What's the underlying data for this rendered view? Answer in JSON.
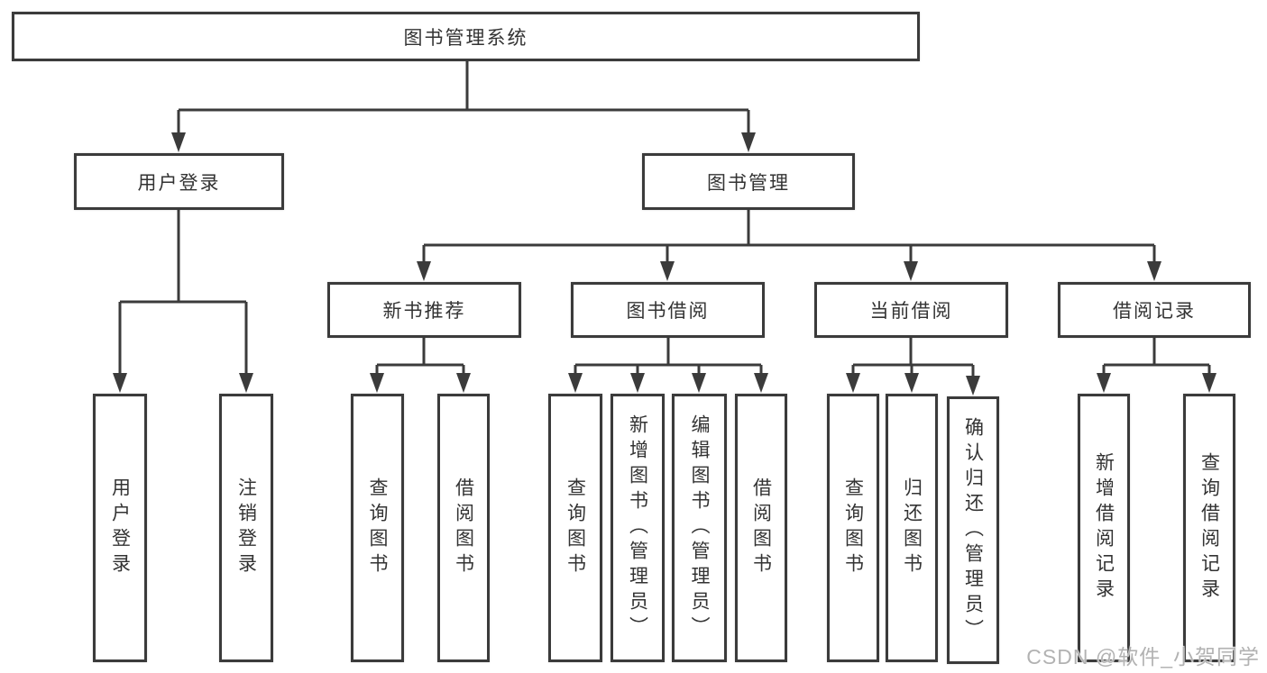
{
  "diagram": {
    "type": "hierarchy-tree",
    "nodes": {
      "root": {
        "label": "图书管理系统"
      },
      "level2": [
        {
          "id": "user-login",
          "label": "用户登录"
        },
        {
          "id": "book-management",
          "label": "图书管理"
        }
      ],
      "level3": [
        {
          "id": "new-book-recommend",
          "parent": "图书管理",
          "label": "新书推荐"
        },
        {
          "id": "book-borrowing",
          "parent": "图书管理",
          "label": "图书借阅"
        },
        {
          "id": "current-borrowing",
          "parent": "图书管理",
          "label": "当前借阅"
        },
        {
          "id": "borrowing-records",
          "parent": "图书管理",
          "label": "借阅记录"
        }
      ],
      "leaves": [
        {
          "parent": "用户登录",
          "label": "用户登录"
        },
        {
          "parent": "用户登录",
          "label": "注销登录"
        },
        {
          "parent": "新书推荐",
          "label": "查询图书"
        },
        {
          "parent": "新书推荐",
          "label": "借阅图书"
        },
        {
          "parent": "图书借阅",
          "label": "查询图书"
        },
        {
          "parent": "图书借阅",
          "label": "新增图书（管理员）"
        },
        {
          "parent": "图书借阅",
          "label": "编辑图书（管理员）"
        },
        {
          "parent": "图书借阅",
          "label": "借阅图书"
        },
        {
          "parent": "当前借阅",
          "label": "查询图书"
        },
        {
          "parent": "当前借阅",
          "label": "归还图书"
        },
        {
          "parent": "当前借阅",
          "label": "确认归还（管理员）"
        },
        {
          "parent": "借阅记录",
          "label": "新增借阅记录"
        },
        {
          "parent": "借阅记录",
          "label": "查询借阅记录"
        }
      ]
    },
    "colors": {
      "line": "#3b3b3b",
      "box_border": "#3b3b3b",
      "text": "#333333",
      "background": "#ffffff",
      "watermark": "#b2b2b2"
    }
  },
  "watermark": {
    "text": "CSDN @软件_小贺同学"
  }
}
